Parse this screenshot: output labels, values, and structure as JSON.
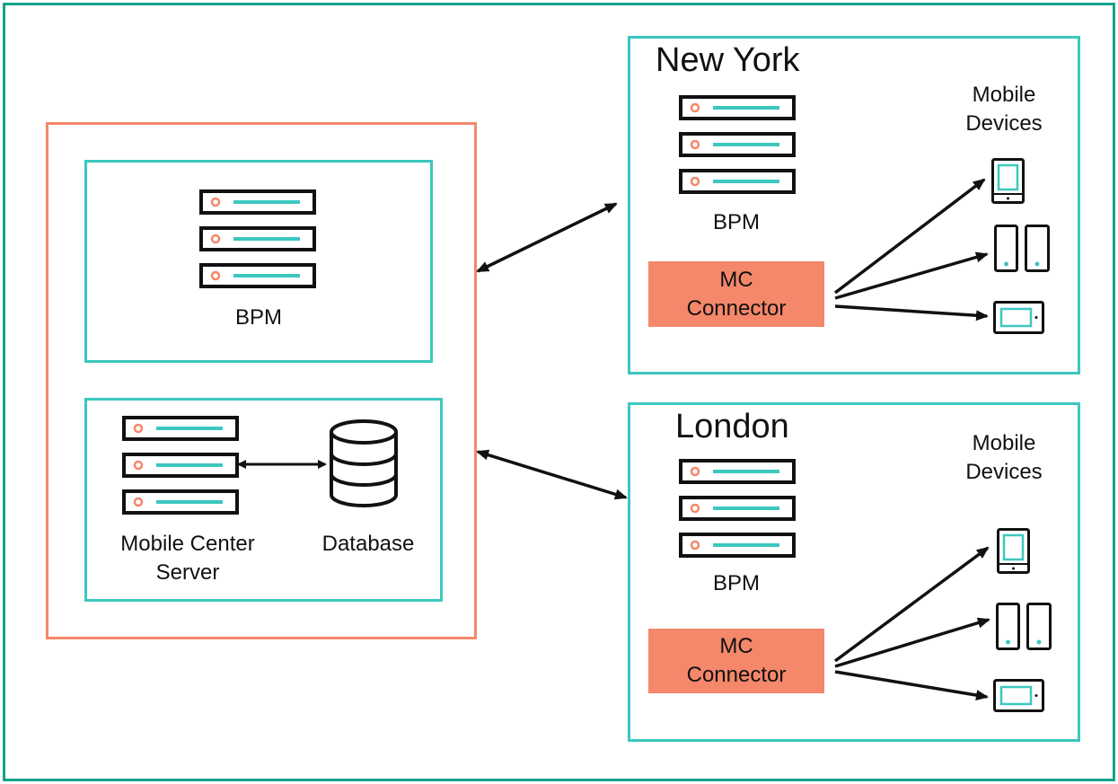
{
  "diagram": {
    "colors": {
      "teal": "#3cc7bf",
      "outer_border": "#14a38a",
      "orange": "#f5876a",
      "line": "#111111"
    },
    "central": {
      "bpm_label": "BPM",
      "mc_server_line1": "Mobile Center",
      "mc_server_line2": "Server",
      "database_label": "Database"
    },
    "new_york": {
      "title": "New York",
      "bpm_label": "BPM",
      "connector_line1": "MC",
      "connector_line2": "Connector",
      "devices_line1": "Mobile",
      "devices_line2": "Devices"
    },
    "london": {
      "title": "London",
      "bpm_label": "BPM",
      "connector_line1": "MC",
      "connector_line2": "Connector",
      "devices_line1": "Mobile",
      "devices_line2": "Devices"
    },
    "icons": [
      "server-rack-icon",
      "database-icon",
      "tablet-icon",
      "phones-icon",
      "landscape-tablet-icon"
    ]
  }
}
